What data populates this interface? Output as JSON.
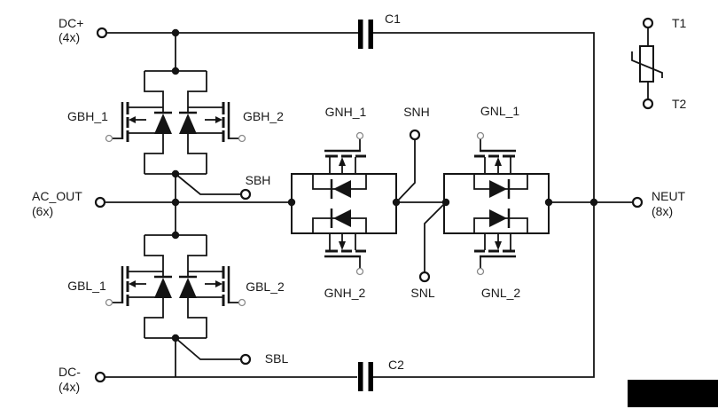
{
  "labels": {
    "dc_plus": "DC+",
    "dc_plus_note": "(4x)",
    "ac_out": "AC_OUT",
    "ac_out_note": "(6x)",
    "dc_minus": "DC-",
    "dc_minus_note": "(4x)",
    "neut": "NEUT",
    "neut_note": "(8x)",
    "t1": "T1",
    "t2": "T2",
    "c1": "C1",
    "c2": "C2",
    "gbh_1": "GBH_1",
    "gbh_2": "GBH_2",
    "sbh": "SBH",
    "gbl_1": "GBL_1",
    "gbl_2": "GBL_2",
    "sbl": "SBL",
    "gnh_1": "GNH_1",
    "gnh_2": "GNH_2",
    "snh": "SNH",
    "snl": "SNL",
    "gnl_1": "GNL_1",
    "gnl_2": "GNL_2"
  },
  "components": {
    "capacitors": [
      "C1",
      "C2"
    ],
    "varistor_terminals": [
      "T1",
      "T2"
    ],
    "mosfet_gates": [
      "GBH_1",
      "GBH_2",
      "GBL_1",
      "GBL_2",
      "GNH_1",
      "GNH_2",
      "GNL_1",
      "GNL_2"
    ],
    "source_taps": [
      "SBH",
      "SBL",
      "SNH",
      "SNL"
    ],
    "power_terminals": [
      "DC+",
      "AC_OUT",
      "DC-",
      "NEUT"
    ]
  },
  "colors": {
    "wire": "#141414",
    "background": "#ffffff",
    "gate_lead_circle": "#8a8a8a",
    "redaction_box": "#000000"
  }
}
